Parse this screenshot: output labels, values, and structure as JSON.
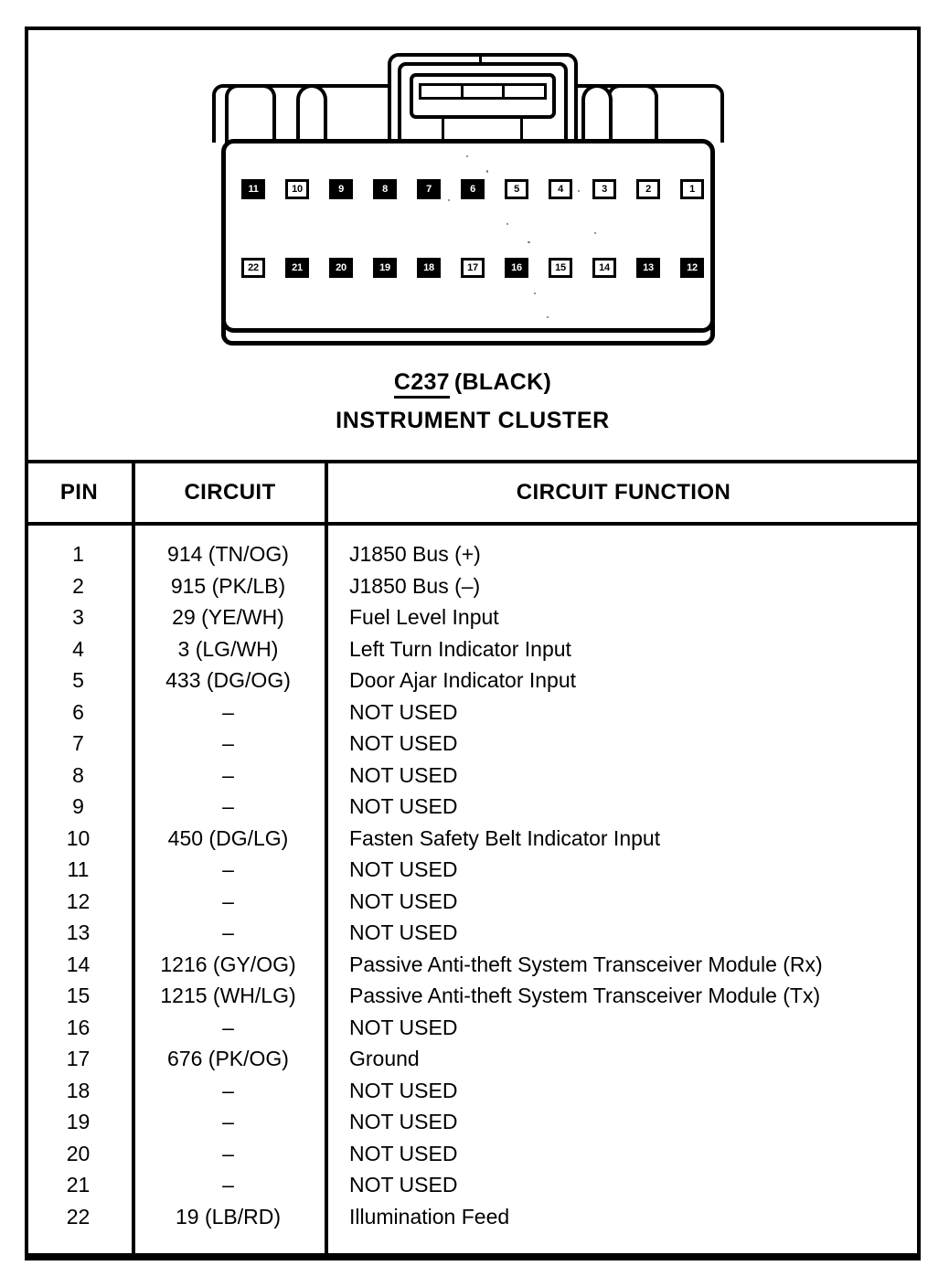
{
  "connector": {
    "id_label": "C237",
    "color_label": "(BLACK)",
    "name": "INSTRUMENT CLUSTER",
    "pin_rows": {
      "top": [
        {
          "number": "11",
          "style": "filled"
        },
        {
          "number": "10",
          "style": "open"
        },
        {
          "number": "9",
          "style": "filled"
        },
        {
          "number": "8",
          "style": "filled"
        },
        {
          "number": "7",
          "style": "filled"
        },
        {
          "number": "6",
          "style": "filled"
        },
        {
          "number": "5",
          "style": "open"
        },
        {
          "number": "4",
          "style": "open"
        },
        {
          "number": "3",
          "style": "open"
        },
        {
          "number": "2",
          "style": "open"
        },
        {
          "number": "1",
          "style": "open"
        }
      ],
      "bottom": [
        {
          "number": "22",
          "style": "open"
        },
        {
          "number": "21",
          "style": "filled"
        },
        {
          "number": "20",
          "style": "filled"
        },
        {
          "number": "19",
          "style": "filled"
        },
        {
          "number": "18",
          "style": "filled"
        },
        {
          "number": "17",
          "style": "open"
        },
        {
          "number": "16",
          "style": "filled"
        },
        {
          "number": "15",
          "style": "open"
        },
        {
          "number": "14",
          "style": "open"
        },
        {
          "number": "13",
          "style": "filled"
        },
        {
          "number": "12",
          "style": "filled"
        }
      ]
    }
  },
  "table": {
    "headers": {
      "pin": "PIN",
      "circuit": "CIRCUIT",
      "function": "CIRCUIT FUNCTION"
    },
    "rows": [
      {
        "pin": "1",
        "circuit": "914 (TN/OG)",
        "function": "J1850 Bus (+)"
      },
      {
        "pin": "2",
        "circuit": "915 (PK/LB)",
        "function": "J1850 Bus (–)"
      },
      {
        "pin": "3",
        "circuit": "29 (YE/WH)",
        "function": "Fuel Level Input"
      },
      {
        "pin": "4",
        "circuit": "3 (LG/WH)",
        "function": "Left Turn Indicator Input"
      },
      {
        "pin": "5",
        "circuit": "433 (DG/OG)",
        "function": "Door Ajar Indicator Input"
      },
      {
        "pin": "6",
        "circuit": "–",
        "function": "NOT USED"
      },
      {
        "pin": "7",
        "circuit": "–",
        "function": "NOT USED"
      },
      {
        "pin": "8",
        "circuit": "–",
        "function": "NOT USED"
      },
      {
        "pin": "9",
        "circuit": "–",
        "function": "NOT USED"
      },
      {
        "pin": "10",
        "circuit": "450 (DG/LG)",
        "function": "Fasten Safety Belt Indicator Input"
      },
      {
        "pin": "11",
        "circuit": "–",
        "function": "NOT USED"
      },
      {
        "pin": "12",
        "circuit": "–",
        "function": "NOT USED"
      },
      {
        "pin": "13",
        "circuit": "–",
        "function": "NOT USED"
      },
      {
        "pin": "14",
        "circuit": "1216 (GY/OG)",
        "function": "Passive Anti-theft  System Transceiver Module (Rx)"
      },
      {
        "pin": "15",
        "circuit": "1215 (WH/LG)",
        "function": "Passive Anti-theft  System Transceiver Module (Tx)"
      },
      {
        "pin": "16",
        "circuit": "–",
        "function": "NOT USED"
      },
      {
        "pin": "17",
        "circuit": "676 (PK/OG)",
        "function": "Ground"
      },
      {
        "pin": "18",
        "circuit": "–",
        "function": "NOT USED"
      },
      {
        "pin": "19",
        "circuit": "–",
        "function": "NOT USED"
      },
      {
        "pin": "20",
        "circuit": "–",
        "function": "NOT USED"
      },
      {
        "pin": "21",
        "circuit": "–",
        "function": "NOT USED"
      },
      {
        "pin": "22",
        "circuit": "19 (LB/RD)",
        "function": "Illumination Feed"
      }
    ]
  }
}
